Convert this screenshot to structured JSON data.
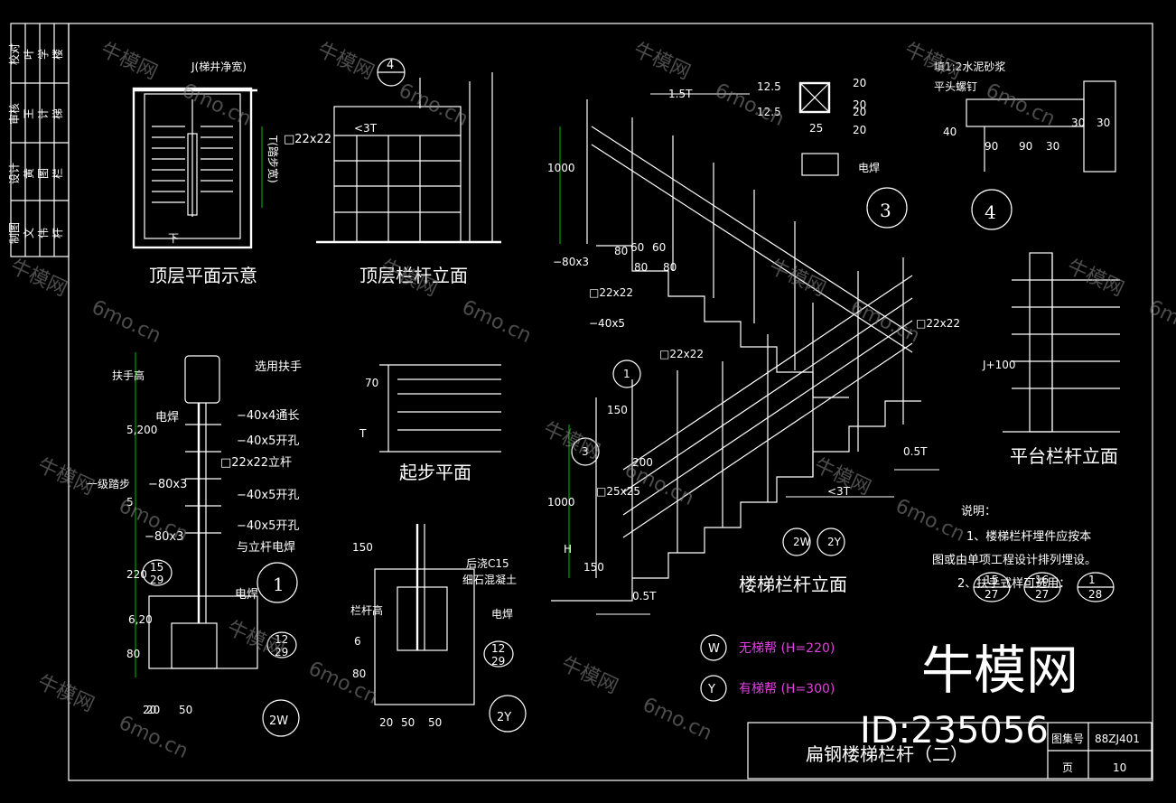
{
  "sidebar": {
    "rows": [
      [
        "校对",
        "审核",
        "设计",
        "制图"
      ],
      [
        "叶",
        "王",
        "黄",
        "文"
      ],
      [
        "学",
        "计",
        "图",
        "伟"
      ],
      [
        "楼",
        "梯",
        "栏",
        "杆"
      ]
    ]
  },
  "views": {
    "top_plan": {
      "title": "顶层平面示意",
      "label_j": "J(梯井净宽)",
      "label_t": "T(踏步宽)",
      "label_down": "下"
    },
    "top_rail": {
      "title": "顶层栏杆立面",
      "callout": "4",
      "note_22": "□22x22",
      "note_3t": "<3T"
    },
    "start_plan": {
      "title": "起步平面",
      "dim_70": "70",
      "dim_t": "T"
    },
    "stair_rail": {
      "title": "楼梯栏杆立面",
      "labels": [
        "1.5T",
        "1000",
        "−80x3",
        "□22x22",
        "−40x5",
        "□22x22",
        "□22x22",
        "□25x25",
        "150",
        "200",
        "1000",
        "H",
        "150",
        "0.5T",
        "<3T",
        "0.5T",
        "80",
        "60",
        "60",
        "80",
        "80"
      ],
      "callouts": [
        "1",
        "3",
        "2W",
        "2Y"
      ]
    },
    "platform_rail": {
      "title": "平台栏杆立面",
      "label": "J+100"
    },
    "detail1": {
      "number": "1",
      "labels": [
        "选用扶手",
        "电焊",
        "−40x4通长",
        "−40x5开孔",
        "□22x22立杆",
        "−80x3",
        "−40x5开孔",
        "−40x5开孔",
        "−80x3",
        "与立杆电焊",
        "电焊"
      ],
      "dims": [
        "扶手高",
        "5,200",
        "一级踏步",
        "5",
        "220",
        "6,20",
        "80",
        "20",
        "50"
      ],
      "refs": [
        [
          "15",
          "29"
        ],
        [
          "12",
          "29"
        ]
      ]
    },
    "detail2w": {
      "number": "2W",
      "dims": [
        "20",
        "50"
      ]
    },
    "detail2y": {
      "number": "2Y",
      "labels": [
        "后浇C15",
        "细石混凝土",
        "电焊",
        "栏杆高"
      ],
      "dims": [
        "150",
        "6",
        "80",
        "20",
        "50",
        "50"
      ],
      "refs": [
        [
          "12",
          "29"
        ]
      ]
    },
    "detail3": {
      "number": "3",
      "labels": [
        "12.5",
        "12.5",
        "20",
        "20",
        "25",
        "20",
        "20",
        "电焊"
      ]
    },
    "detail4": {
      "number": "4",
      "labels": [
        "填1:2水泥砂浆",
        "平头螺钉",
        "40",
        "90",
        "90",
        "30",
        "30",
        "30"
      ]
    }
  },
  "legend": [
    {
      "symbol": "W",
      "text": "无梯帮 (H=220)"
    },
    {
      "symbol": "Y",
      "text": "有梯帮 (H=300)"
    }
  ],
  "notes": {
    "heading": "说明：",
    "line1": "1、楼梯栏杆埋件应按本",
    "line2": "图或由单项工程设计排列埋设。",
    "line3": "2、扶手式样可选用：",
    "refs": [
      [
        "15",
        "27"
      ],
      [
        "16",
        "27"
      ],
      [
        "1",
        "28"
      ]
    ]
  },
  "title_block": {
    "drawing_title": "扁钢楼梯栏杆（二）",
    "atlas_label": "图集号",
    "atlas_no": "88ZJ401",
    "page_label": "页",
    "page_no": "10"
  },
  "watermark": {
    "brand": "牛模网",
    "site": "6mo.cn",
    "id": "ID:235056"
  },
  "colors": {
    "background": "#000000",
    "lines": "#ffffff",
    "dimension": "#00c000",
    "legend": "#e040e0"
  }
}
